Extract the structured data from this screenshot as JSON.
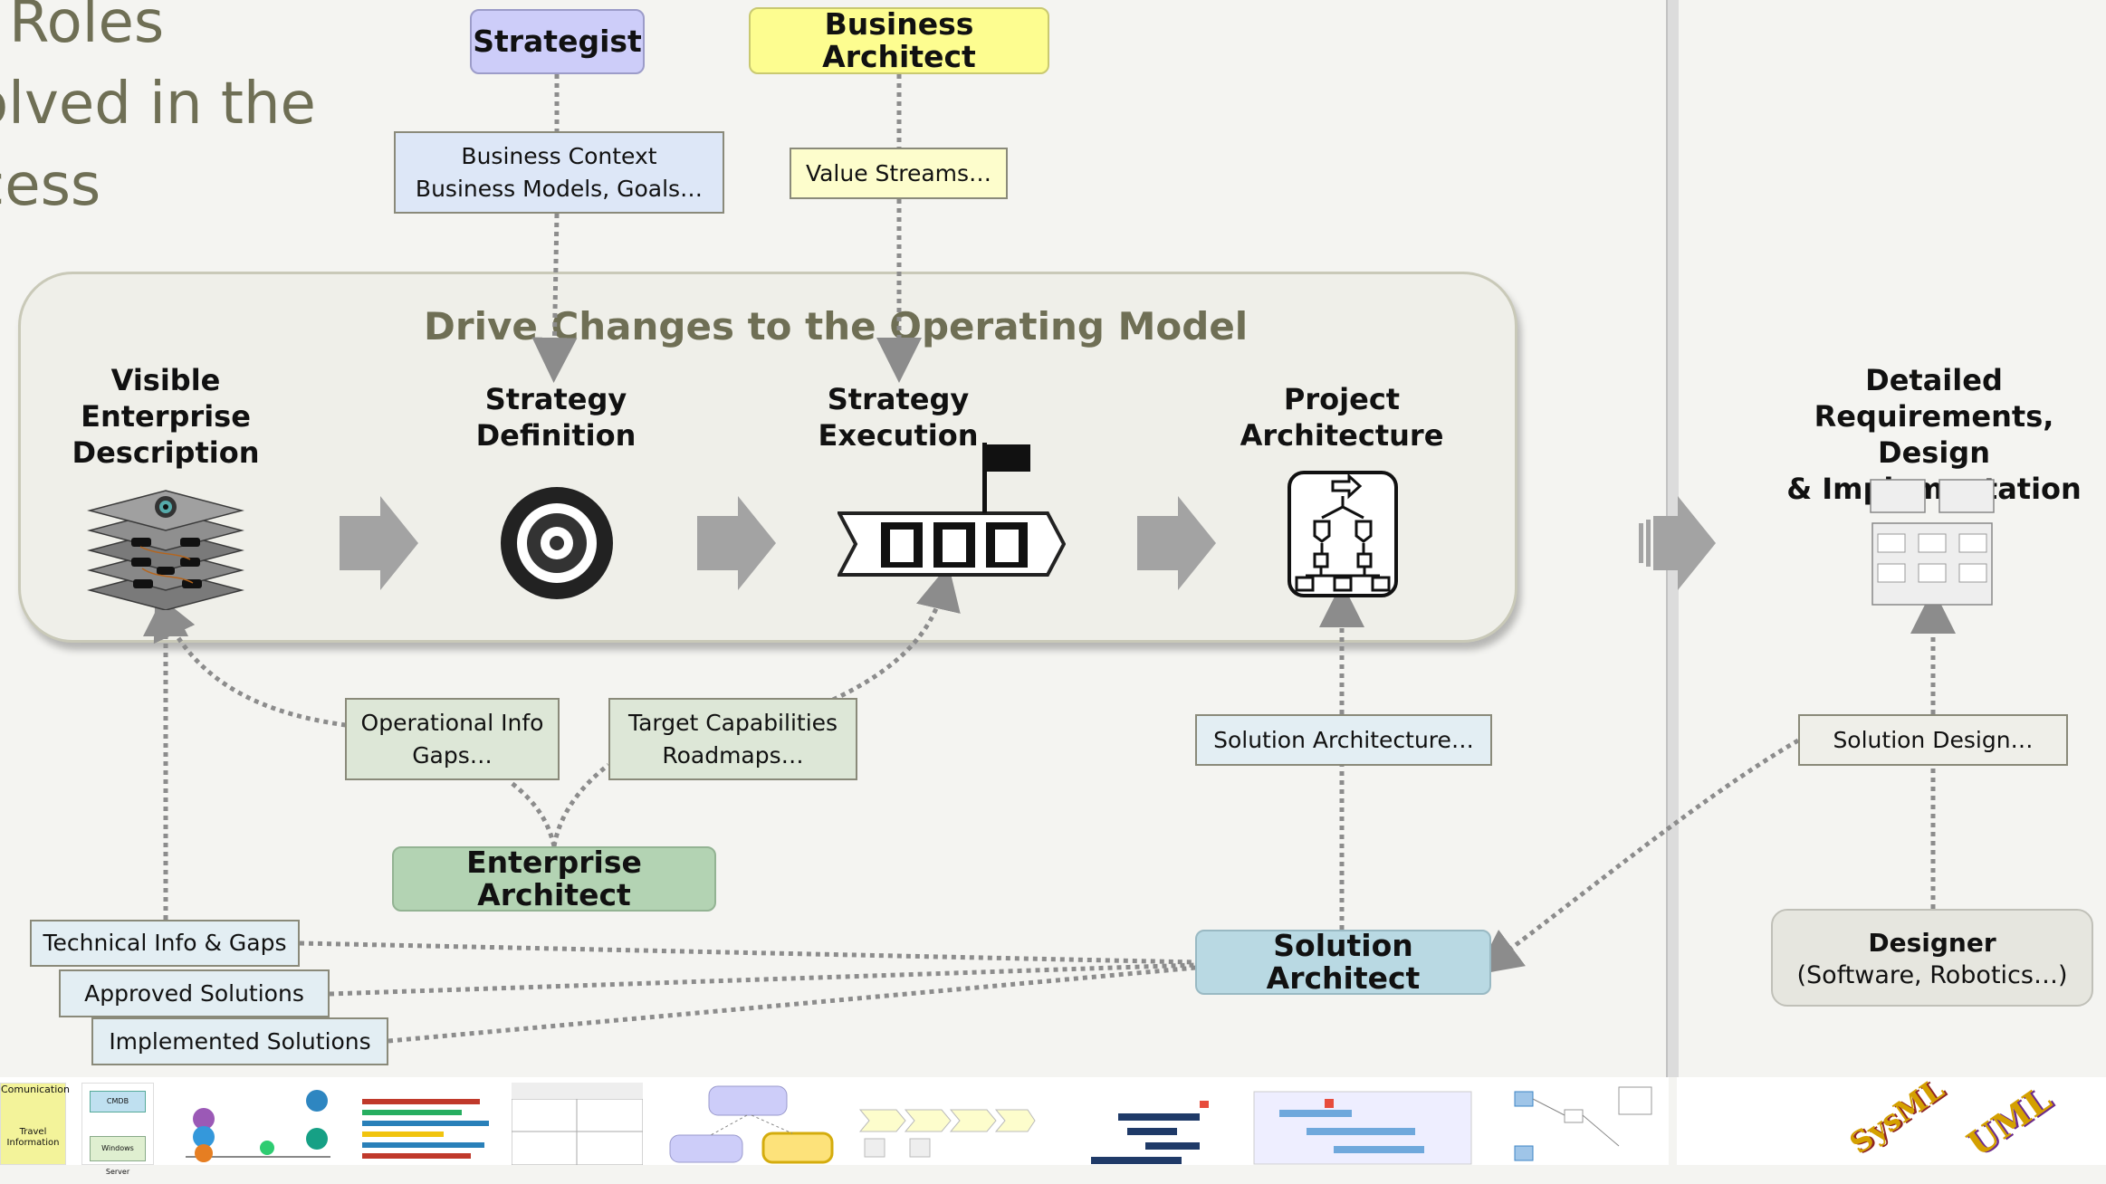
{
  "title": {
    "line1": "Roles",
    "line2": "olved in the",
    "line3": "cess"
  },
  "panel_title": "Drive Changes to the Operating Model",
  "roles": {
    "strategist": "Strategist",
    "business_architect": "Business Architect",
    "enterprise_architect": "Enterprise Architect",
    "solution_architect": "Solution Architect",
    "designer_line1": "Designer",
    "designer_line2": "(Software, Robotics…)"
  },
  "artifacts": {
    "business_context": "Business Context\nBusiness Models, Goals…",
    "value_streams": "Value Streams…",
    "operational_info": "Operational Info\nGaps…",
    "target_capabilities": "Target Capabilities\nRoadmaps…",
    "solution_architecture": "Solution Architecture…",
    "solution_design": "Solution Design…",
    "technical_info": "Technical Info & Gaps",
    "approved_solutions": "Approved Solutions",
    "implemented_solutions": "Implemented Solutions"
  },
  "stages": {
    "visible_enterprise": "Visible\nEnterprise\nDescription",
    "strategy_definition": "Strategy\nDefinition",
    "strategy_execution": "Strategy\nExecution",
    "project_architecture": "Project\nArchitecture",
    "detailed_requirements": "Detailed\nRequirements, Design\n& Implementation"
  },
  "thumbnails": {
    "t1_line1": "Comunication",
    "t1_line2": "Travel\nInformation",
    "t2_line1": "CMDB",
    "t2_line2": "Windows Server"
  },
  "logos": {
    "sysml": "SysML",
    "uml": "UML"
  },
  "colors": {
    "strategist": "#cdcdf9",
    "business_architect": "#fdfd90",
    "enterprise_architect": "#b3d3b3",
    "solution_architect": "#b9d9e3",
    "designer": "#e6e6df",
    "artifact_blue": "#dde7f7",
    "artifact_yellow": "#fdfdcc",
    "artifact_green": "#dde7d7",
    "artifact_light_blue": "#e3eef3",
    "artifact_gray": "#efefe9",
    "arrow_gray": "#a0a0a0",
    "title_olive": "#6f6f55"
  }
}
